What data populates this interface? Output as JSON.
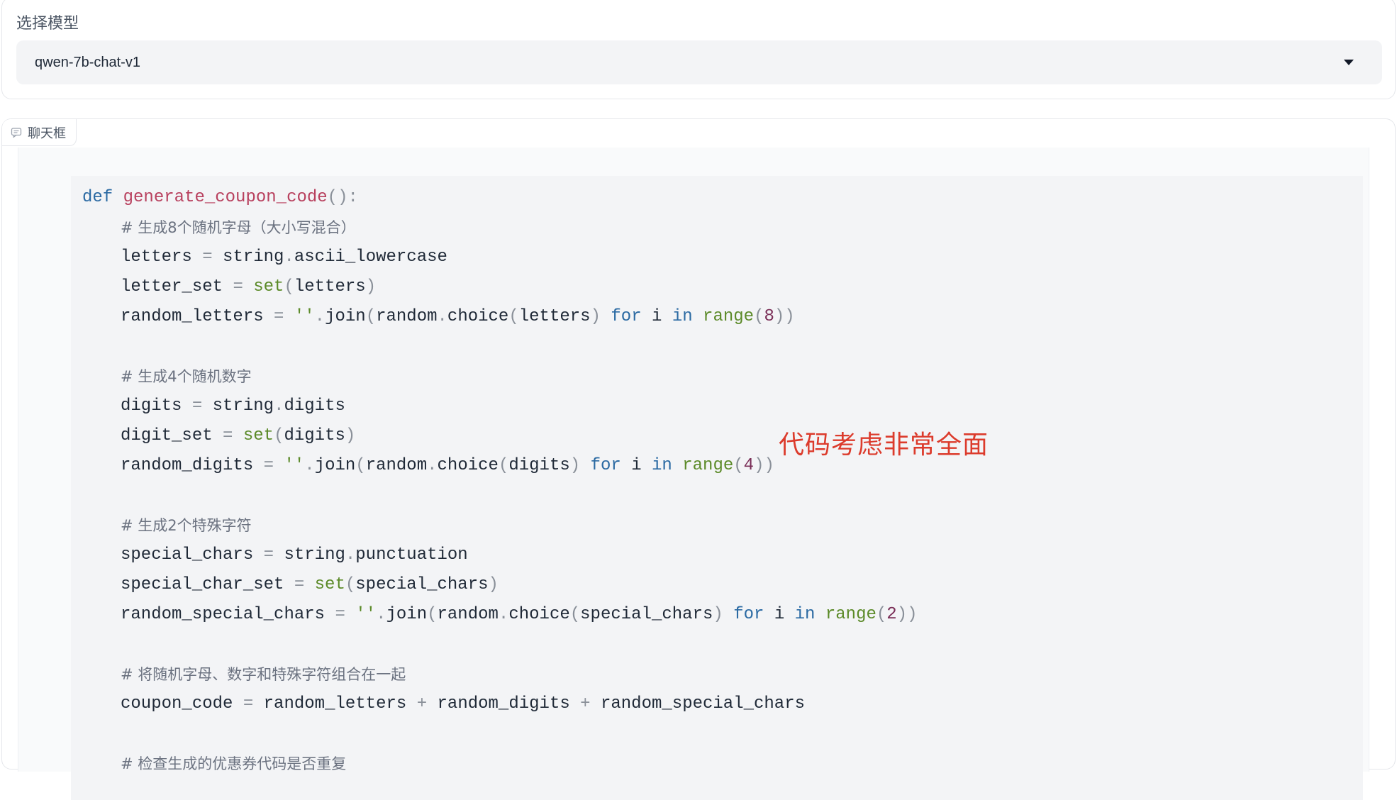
{
  "model_panel": {
    "label": "选择模型",
    "selected_model": "qwen-7b-chat-v1"
  },
  "chat_panel": {
    "tab_label": "聊天框",
    "code": {
      "def_kw": "def",
      "func_name": "generate_coupon_code",
      "func_tail": "():",
      "comment1": "# 生成8个随机字母（大小写混合）",
      "l_letters_a": "letters",
      "l_letters_b": "string",
      "l_letters_c": "ascii_lowercase",
      "l_letterset_a": "letter_set",
      "l_letterset_set": "set",
      "l_letterset_arg": "letters",
      "l_rl_a": "random_letters",
      "l_rl_str": "''",
      "l_rl_join": "join",
      "l_rl_random": "random",
      "l_rl_choice": "choice",
      "l_rl_arg": "letters",
      "l_rl_for": "for",
      "l_rl_i": "i",
      "l_rl_in": "in",
      "l_rl_range": "range",
      "l_rl_num": "8",
      "comment2": "# 生成4个随机数字",
      "l_digits_a": "digits",
      "l_digits_b": "string",
      "l_digits_c": "digits",
      "l_digitset_a": "digit_set",
      "l_digitset_set": "set",
      "l_digitset_arg": "digits",
      "l_rd_a": "random_digits",
      "l_rd_str": "''",
      "l_rd_join": "join",
      "l_rd_random": "random",
      "l_rd_choice": "choice",
      "l_rd_arg": "digits",
      "l_rd_for": "for",
      "l_rd_i": "i",
      "l_rd_in": "in",
      "l_rd_range": "range",
      "l_rd_num": "4",
      "comment3": "# 生成2个特殊字符",
      "l_sc_a": "special_chars",
      "l_sc_b": "string",
      "l_sc_c": "punctuation",
      "l_scs_a": "special_char_set",
      "l_scs_set": "set",
      "l_scs_arg": "special_chars",
      "l_rsc_a": "random_special_chars",
      "l_rsc_str": "''",
      "l_rsc_join": "join",
      "l_rsc_random": "random",
      "l_rsc_choice": "choice",
      "l_rsc_arg": "special_chars",
      "l_rsc_for": "for",
      "l_rsc_i": "i",
      "l_rsc_in": "in",
      "l_rsc_range": "range",
      "l_rsc_num": "2",
      "comment4": "# 将随机字母、数字和特殊字符组合在一起",
      "l_cc_a": "coupon_code",
      "l_cc_b": "random_letters",
      "l_cc_c": "random_digits",
      "l_cc_d": "random_special_chars",
      "comment5": "# 检查生成的优惠券代码是否重复"
    },
    "annotation": "代码考虑非常全面"
  },
  "colors": {
    "keyword": "#2b6aa3",
    "function_name": "#b8405e",
    "builtin": "#5b8a28",
    "number": "#7a2e57",
    "annotation": "#dc3b2c"
  },
  "icons": {
    "dropdown": "chevron-down-icon",
    "chat_tab": "chat-bubble-icon"
  }
}
